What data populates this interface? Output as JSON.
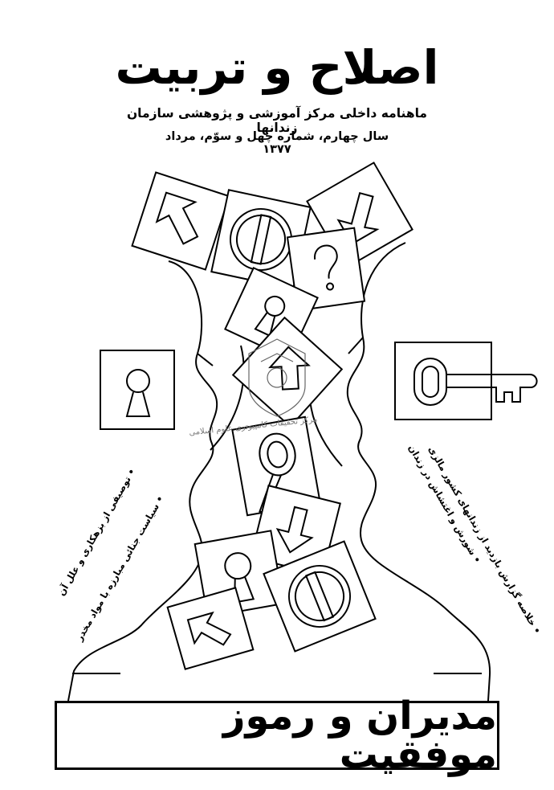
{
  "masthead": {
    "title": "اصلاح و تربیت",
    "subtitle": "ماهنامه داخلی مرکز آموزشی و پژوهشی سازمان زندانها",
    "issue": "سال چهارم، شماره چهل و سوّم، مرداد ۱۳۷۷"
  },
  "side_notes": {
    "left_1": "• توصیفی از بزهکاری و علل آن",
    "left_2": "• سیاست جنائی مبارزه با مواد مخدر",
    "right_1": "• شورش و اغتشاش در زندان",
    "right_2": "• خلاصه گزارش بازدید از زندانهای کشور مالزی"
  },
  "cover_headline": "مدیران و رموز موفقیت",
  "watermark": "مرکز تحقیقات کامپیوتری علوم اسلامی"
}
